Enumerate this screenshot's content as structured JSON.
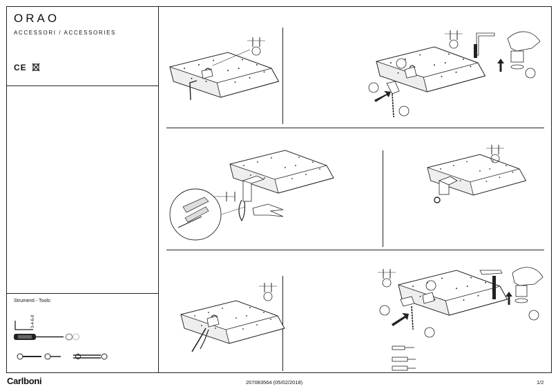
{
  "header": {
    "title": "ORAO",
    "subtitle": "ACCESSORI / ACCESSORIES",
    "marks": "CE ☒"
  },
  "tools": {
    "label": "Strumenti - Tools:",
    "hex_key_sizes": "3-4-6-8"
  },
  "footer": {
    "brand": "Carlboni",
    "code": "207083564  (05/02/2018)",
    "page": "1/2"
  },
  "icons": [
    "ce-mark-icon",
    "weee-bin-icon",
    "hex-key-icon",
    "screwdriver-icon",
    "wrench-icon",
    "pliers-icon",
    "arrow-icon"
  ]
}
